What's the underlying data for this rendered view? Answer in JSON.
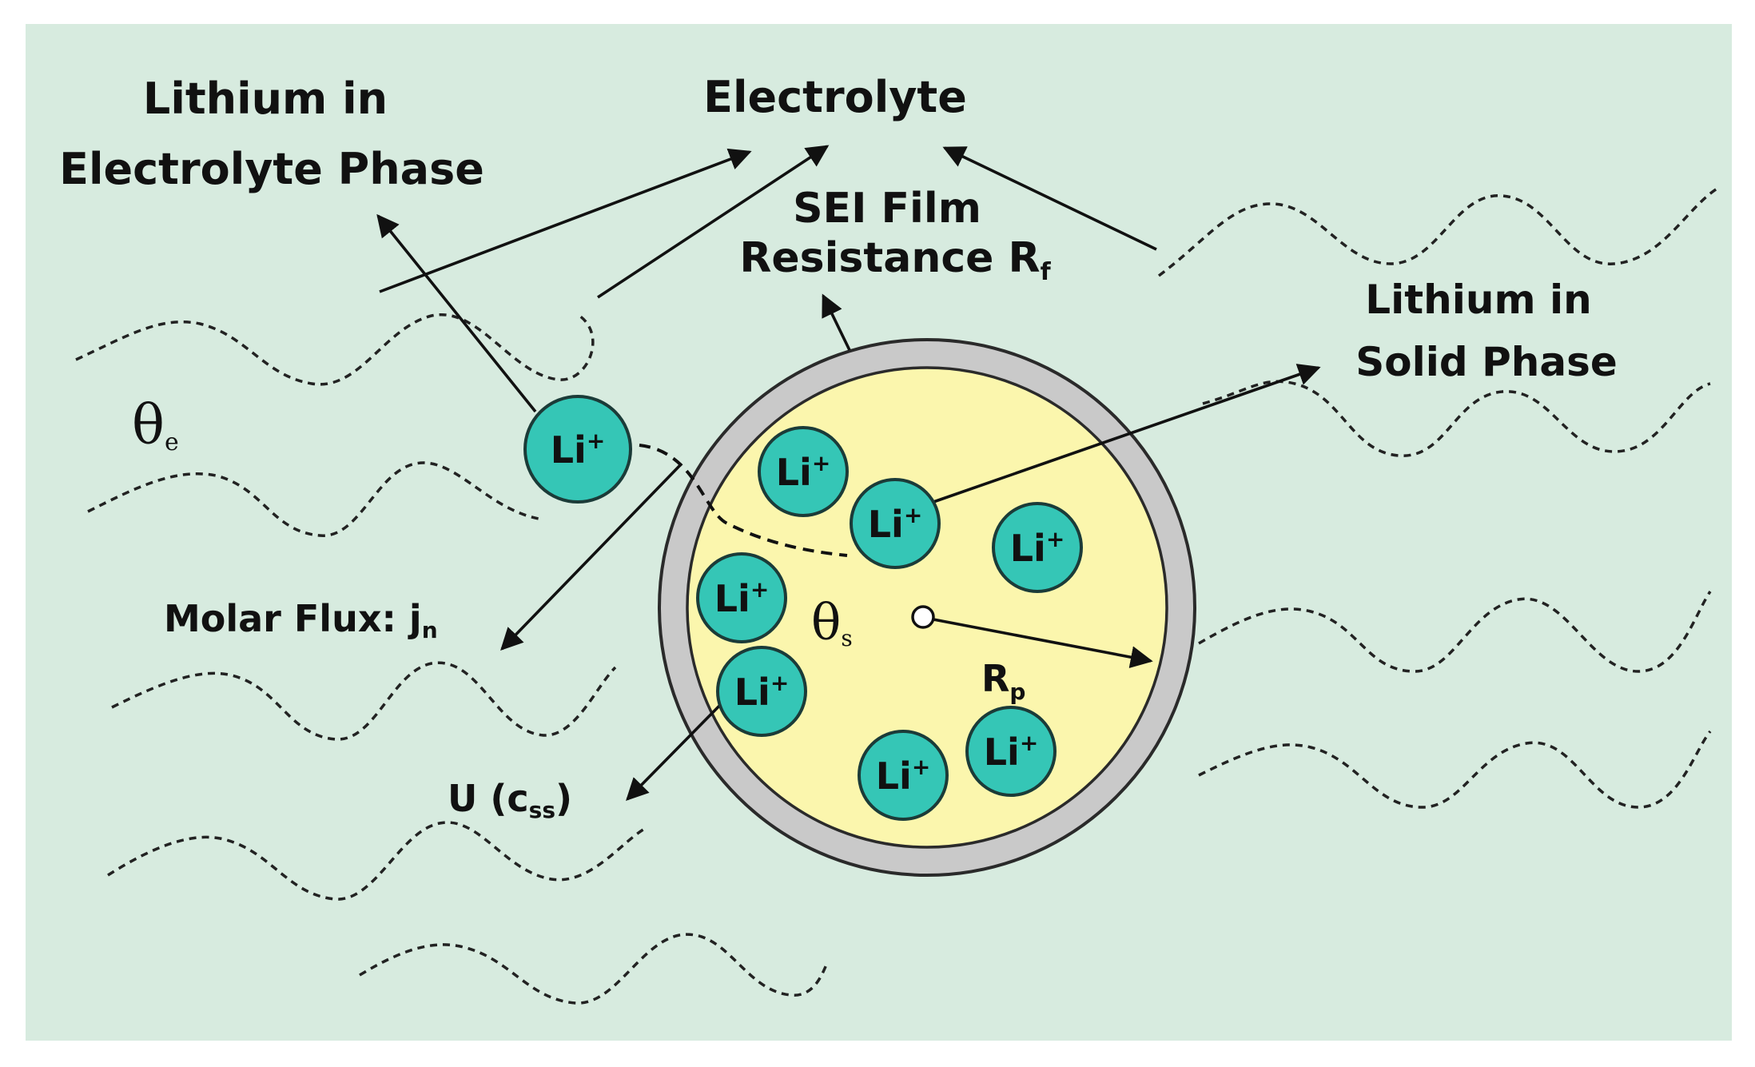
{
  "labels": {
    "lithium_electrolyte_line1": "Lithium in",
    "lithium_electrolyte_line2": "Electrolyte Phase",
    "electrolyte": "Electrolyte",
    "sei_line1": "SEI  Film",
    "sei_line2_main": "Resistance R",
    "sei_line2_sub": "f",
    "lithium_solid_line1": "Lithium in",
    "lithium_solid_line2": "Solid Phase",
    "theta_e_main": "θ",
    "theta_e_sub": "e",
    "theta_s_main": "θ",
    "theta_s_sub": "s",
    "molar_flux_main": "Molar Flux: j",
    "molar_flux_sub": "n",
    "u_css_prefix": "U (c",
    "u_css_sub": "ss",
    "u_css_suffix": ")",
    "rp_main": "R",
    "rp_sub": "p"
  },
  "ion": {
    "main": "Li",
    "sup": "+"
  },
  "colors": {
    "background": "#d7ebdf",
    "particle_core": "#fbf6ad",
    "sei_shell": "#c9c9c9",
    "ion_fill": "#35c6b6",
    "ion_stroke": "#1b3b38",
    "ink": "#111111"
  }
}
